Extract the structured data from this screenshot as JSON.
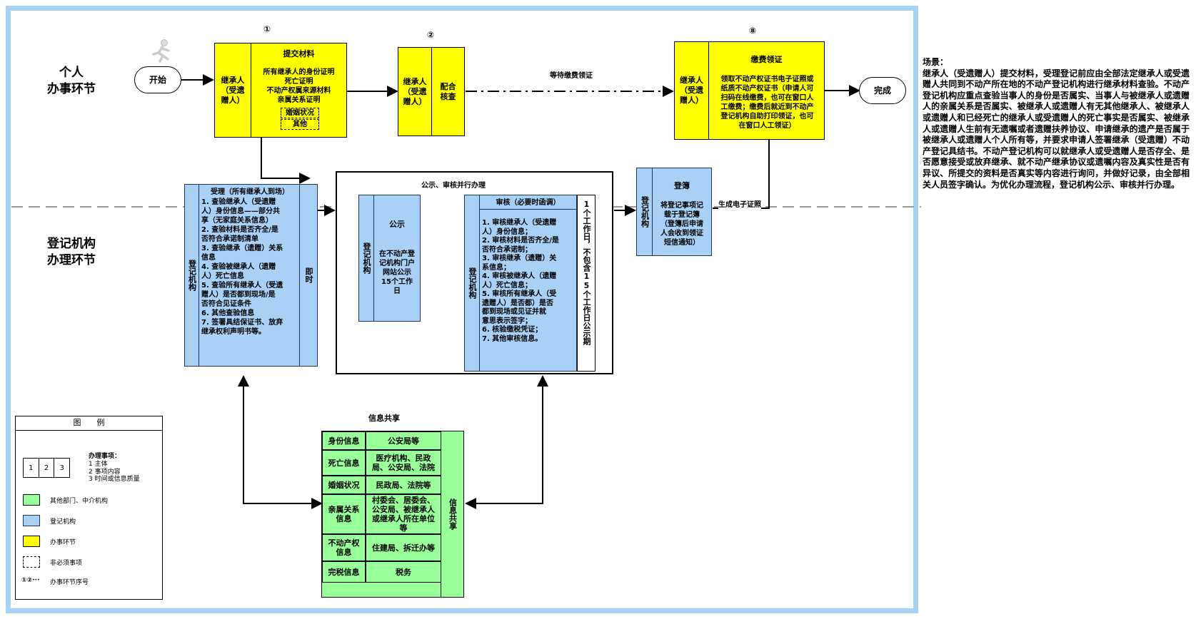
{
  "lanes": {
    "personal": "个人\n办事环节",
    "registry": "登记机构\n办理环节"
  },
  "nodes": {
    "start": "开始",
    "finish": "完成"
  },
  "step_markers": {
    "one": "①",
    "two": "②",
    "eight": "⑧"
  },
  "step1": {
    "actor": "继承人\n（受遗\n赠人）",
    "title": "提交材料",
    "content": "所有继承人的身份证明\n死亡证明\n不动产权属来源材料\n亲属关系证明",
    "optional_1": "婚姻状况",
    "optional_2": "其他"
  },
  "step2": {
    "actor": "继承人\n（受遗\n赠人）",
    "content": "配合\n核查"
  },
  "wait_label": "等待缴费领证",
  "step8": {
    "actor": "继承人\n（受遗\n赠人）",
    "title": "缴费领证",
    "content": "领取不动产权证书电子证照或\n纸质不动产权证书（申请人可\n扫码在线缴费，也可在窗口人\n工缴费；缴费后就近到不动产\n登记机构自助打印领证，也可\n在窗口人工领证）"
  },
  "accept": {
    "actor": "登记机构",
    "title": "受理（所有继承人到场）",
    "items": "1. 查验继承人（受遗赠\n人）身份信息——部分共\n享（无家庭关系信息）\n2. 查验材料是否齐全/是\n否符合承诺制清单\n3. 查验继承（遗赠）关系\n信息\n4. 查验被继承人（遗赠\n人）死亡信息\n5. 查验所有继承人（受遗\n赠人）是否都到现场/是\n否符合见证条件\n6. 其他查验信息\n7. 签署具结保证书、放弃\n继承权利声明书等。",
    "time": "即时"
  },
  "parallel": {
    "title": "公示、审核并行办理",
    "publicity": {
      "actor": "登记机构",
      "title": "公示",
      "content": "在不动产登\n记机构门户\n网站公示\n15个工作\n日"
    },
    "review": {
      "actor": "登记机构",
      "title": "审核（必要时函调）",
      "items": "1. 审核继承人（受遗赠\n人）身份信息；\n2. 审核材料是否齐全/是\n否符合承诺制；\n3. 审核继承（遗赠）关\n系信息；\n4. 审核被继承人（遗赠\n人）死亡信息；\n5. 审核所有继承人（受\n遗赠人）是否都）是否\n都到现场或见证并就\n意思表示签字；\n6. 核验缴税凭证；\n7. 其他审核信息。",
      "time": "1个工作日，不包含15个工作日公示期"
    }
  },
  "register": {
    "actor": "登记机构",
    "title": "登簿",
    "content": "将登记事项记\n载于登记簿\n（登簿后申请\n人会收到领证\n短信通知）"
  },
  "gen_cert_label": "生成电子证照",
  "info_share": {
    "title": "信息共享",
    "side": "信息共享",
    "rows": [
      {
        "label": "身份信息",
        "source": "公安局等"
      },
      {
        "label": "死亡信息",
        "source": "医疗机构、民政\n局、公安局、法院"
      },
      {
        "label": "婚姻状况",
        "source": "民政局、法院等"
      },
      {
        "label": "亲属关系\n信息",
        "source": "村委会、居委会、\n公安局、被继承人\n或继承人所在单位\n等"
      },
      {
        "label": "不动产权\n信息",
        "source": "住建局、拆迁办等"
      },
      {
        "label": "完税信息",
        "source": "税务"
      }
    ]
  },
  "legend": {
    "title": "图　　例",
    "matters_title": "办理事项：",
    "matters_lines": "1  主体\n2  事项内容\n3  时间或信息质量",
    "cells": [
      "1",
      "2",
      "3"
    ],
    "green": "其他部门、中介机构",
    "blue": "登记机构",
    "yellow": "办事环节",
    "dashed": "非必须事项",
    "seq_symbol": "①②···",
    "seq": "办事环节序号"
  },
  "scenario": {
    "title": "场景：",
    "body": "继承人（受遗赠人）提交材料，受理登记前应由全部法定继承人或受遗赠人共同到不动产所在地的不动产登记机构进行继承材料查验。不动产登记机构应重点查验当事人的身份是否属实、当事人与被继承人或遗赠人的亲属关系是否属实、被继承人或遗赠人有无其他继承人、被继承人或遗赠人和已经死亡的继承人或受遗赠人的死亡事实是否属实、被继承人或遗赠人生前有无遗嘱或者遗赠扶养协议、申请继承的遗产是否属于被继承人或遗赠人个人所有等，并要求申请人签署继承（受遗赠）不动产登记具结书。不动产登记机构可以就继承人或受遗赠人是否存全、是否愿意接受或放弃继承、就不动产继承协议或遗嘱内容及真实性是否有异议、所提交的资料是否真实等内容进行询问，并做好记录，由全部相关人员签字确认。为优化办理流程，登记机构公示、审核并行办理。"
  },
  "colors": {
    "yellow": "#ffff00",
    "blue": "#a9d0f5",
    "green": "#99ff99",
    "frame": "#a9d0f5"
  }
}
